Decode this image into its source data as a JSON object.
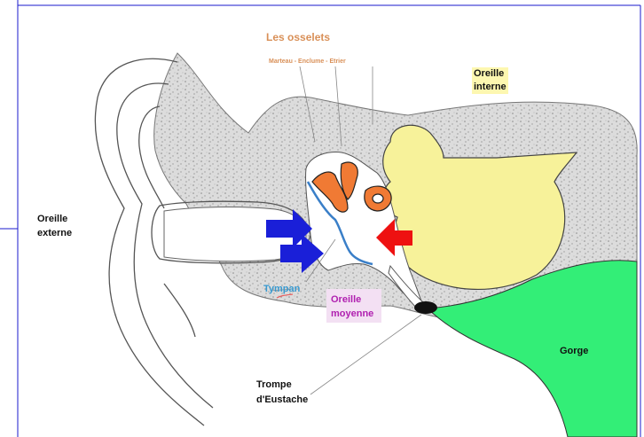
{
  "labels": {
    "osselets": "Les osselets",
    "osselets_sub": "Marteau - Enclume - Etrier",
    "oreille_interne_1": "Oreille",
    "oreille_interne_2": "interne",
    "oreille_externe_1": "Oreille",
    "oreille_externe_2": "externe",
    "tympan": "Tympan",
    "oreille_moyenne_1": "Oreille",
    "oreille_moyenne_2": "moyenne",
    "gorge": "Gorge",
    "trompe_1": "Trompe",
    "trompe_2": "d'Eustache"
  },
  "colors": {
    "bone": "#d6d6d6",
    "inner_ear": "#f7f29a",
    "throat": "#33ee77",
    "ossicles": "#f07a34",
    "eardrum": "#3a7fc8",
    "sound_arrows": "#1a1fd8",
    "pressure_arrow": "#ee1111",
    "frame": "#1a1acc"
  }
}
